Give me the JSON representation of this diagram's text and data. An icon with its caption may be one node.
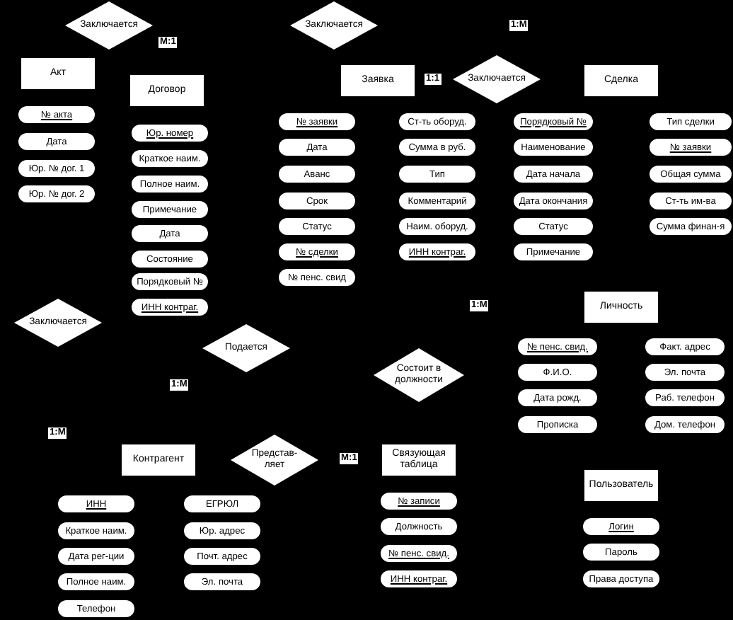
{
  "diagram": {
    "nodes": [
      {
        "text": [
          "Заключается"
        ]
      },
      {
        "text": [
          "Заключается"
        ]
      },
      {
        "text": [
          "Акт"
        ]
      },
      {
        "text": [
          "№ акта"
        ]
      },
      {
        "text": [
          "Дата"
        ]
      },
      {
        "text": [
          "Юр. № дог. 1"
        ]
      },
      {
        "text": [
          "Юр. № дог. 2"
        ]
      },
      {
        "text": [
          "Договор"
        ]
      },
      {
        "text": [
          "Юр. номер"
        ]
      },
      {
        "text": [
          "Краткое наим."
        ]
      },
      {
        "text": [
          "Полное наим."
        ]
      },
      {
        "text": [
          "Примечание"
        ]
      },
      {
        "text": [
          "Дата"
        ]
      },
      {
        "text": [
          "Состояние"
        ]
      },
      {
        "text": [
          "Порядковый №"
        ]
      },
      {
        "text": [
          "ИНН контраг."
        ]
      },
      {
        "text": [
          "Заявка"
        ]
      },
      {
        "text": [
          "Заключается"
        ]
      },
      {
        "text": [
          "Сделка"
        ]
      },
      {
        "text": [
          "№ заявки"
        ]
      },
      {
        "text": [
          "Дата"
        ]
      },
      {
        "text": [
          "Аванс"
        ]
      },
      {
        "text": [
          "Срок"
        ]
      },
      {
        "text": [
          "Статус"
        ]
      },
      {
        "text": [
          "№ сделки"
        ]
      },
      {
        "text": [
          "№ пенс. свид"
        ]
      },
      {
        "text": [
          "Ст-ть оборуд."
        ]
      },
      {
        "text": [
          "Сумма в руб."
        ]
      },
      {
        "text": [
          "Тип"
        ]
      },
      {
        "text": [
          "Комментарий"
        ]
      },
      {
        "text": [
          "Наим. оборуд."
        ]
      },
      {
        "text": [
          "ИНН контраг."
        ]
      },
      {
        "text": [
          "Порядковый №"
        ]
      },
      {
        "text": [
          "Наименование"
        ]
      },
      {
        "text": [
          "Дата начала"
        ]
      },
      {
        "text": [
          "Дата окончания"
        ]
      },
      {
        "text": [
          "Статус"
        ]
      },
      {
        "text": [
          "Примечание"
        ]
      },
      {
        "text": [
          "Тип сделки"
        ]
      },
      {
        "text": [
          "№ заявки"
        ]
      },
      {
        "text": [
          "Общая сумма"
        ]
      },
      {
        "text": [
          "Ст-ть им-ва"
        ]
      },
      {
        "text": [
          "Сумма финан-я"
        ]
      },
      {
        "text": [
          "Личность"
        ]
      },
      {
        "text": [
          "Заключается"
        ]
      },
      {
        "text": [
          "Подается"
        ]
      },
      {
        "text": [
          "Состоит в должности"
        ]
      },
      {
        "text": [
          "№ пенс. свид."
        ]
      },
      {
        "text": [
          "Ф.И.О."
        ]
      },
      {
        "text": [
          "Дата рожд."
        ]
      },
      {
        "text": [
          "Прописка"
        ]
      },
      {
        "text": [
          "Факт. адрес"
        ]
      },
      {
        "text": [
          "Эл. почта"
        ]
      },
      {
        "text": [
          "Раб. телефон"
        ]
      },
      {
        "text": [
          "Дом. телефон"
        ]
      },
      {
        "text": [
          "Контрагент"
        ]
      },
      {
        "text": [
          "Представ-ляет"
        ]
      },
      {
        "text": [
          "Связующая таблица"
        ]
      },
      {
        "text": [
          "Пользователь"
        ]
      },
      {
        "text": [
          "ИНН"
        ]
      },
      {
        "text": [
          "Краткое наим."
        ]
      },
      {
        "text": [
          "Дата рег-ции"
        ]
      },
      {
        "text": [
          "Полное наим."
        ]
      },
      {
        "text": [
          "Телефон"
        ]
      },
      {
        "text": [
          "ЕГРЮЛ"
        ]
      },
      {
        "text": [
          "Юр. адрес"
        ]
      },
      {
        "text": [
          "Почт. адрес"
        ]
      },
      {
        "text": [
          "Эл. почта"
        ]
      },
      {
        "text": [
          "№ записи"
        ]
      },
      {
        "text": [
          "Должность"
        ]
      },
      {
        "text": [
          "№ пенс. свид."
        ]
      },
      {
        "text": [
          "ИНН контраг."
        ]
      },
      {
        "text": [
          "Логин"
        ]
      },
      {
        "text": [
          "Пароль"
        ]
      },
      {
        "text": [
          "Права доступа"
        ]
      }
    ],
    "labels": [
      "M:1",
      "1:M",
      "1:1",
      "1:M",
      "1:M",
      "1:M",
      "M:1"
    ]
  }
}
